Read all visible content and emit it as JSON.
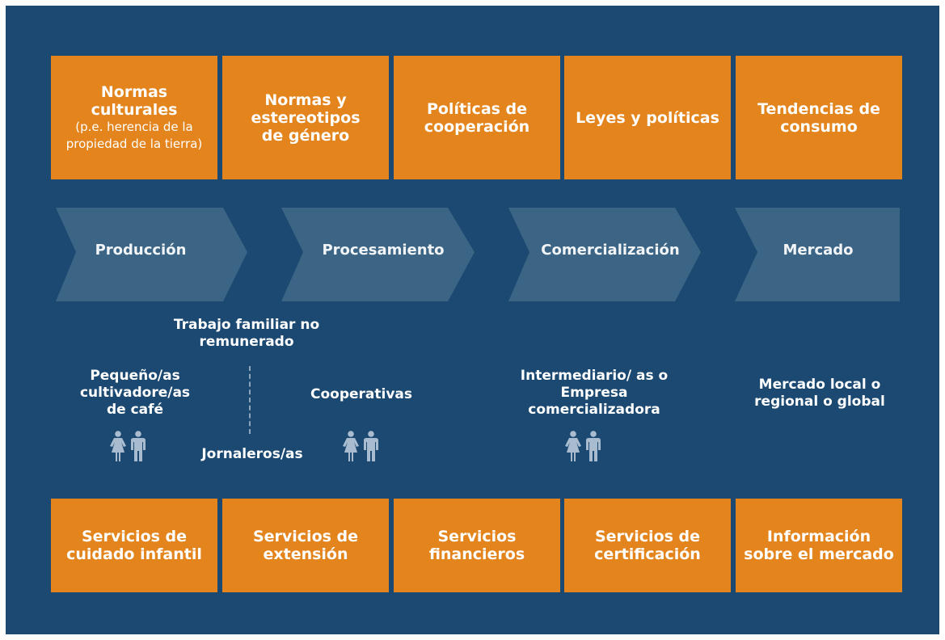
{
  "top_factors": [
    {
      "title": "Normas culturales",
      "subtitle": "(p.e. herencia de la propiedad de la tierra)"
    },
    {
      "title": "Normas y estereotipos de género"
    },
    {
      "title": "Políticas de cooperación"
    },
    {
      "title": "Leyes y políticas"
    },
    {
      "title": "Tendencias de consumo"
    }
  ],
  "stages": [
    "Producción",
    "Procesamiento",
    "Comercialización",
    "Mercado"
  ],
  "actors": {
    "smallholders": "Pequeño/as cultivadore/as de café",
    "unpaid_family_work": "Trabajo familiar no remunerado",
    "day_laborers": "Jornaleros/as",
    "cooperatives": "Cooperativas",
    "intermediaries": "Intermediario/ as o Empresa comercializadora",
    "market": "Mercado local o regional o global"
  },
  "services": [
    "Servicios de cuidado infantil",
    "Servicios de extensión",
    "Servicios financieros",
    "Servicios de certificación",
    "Información sobre el mercado"
  ],
  "colors": {
    "background": "#1b4971",
    "box": "#e3841d",
    "chevron": "#3c6585",
    "icon": "#a9bccf"
  },
  "icons": [
    "female-person-icon",
    "male-person-icon"
  ]
}
